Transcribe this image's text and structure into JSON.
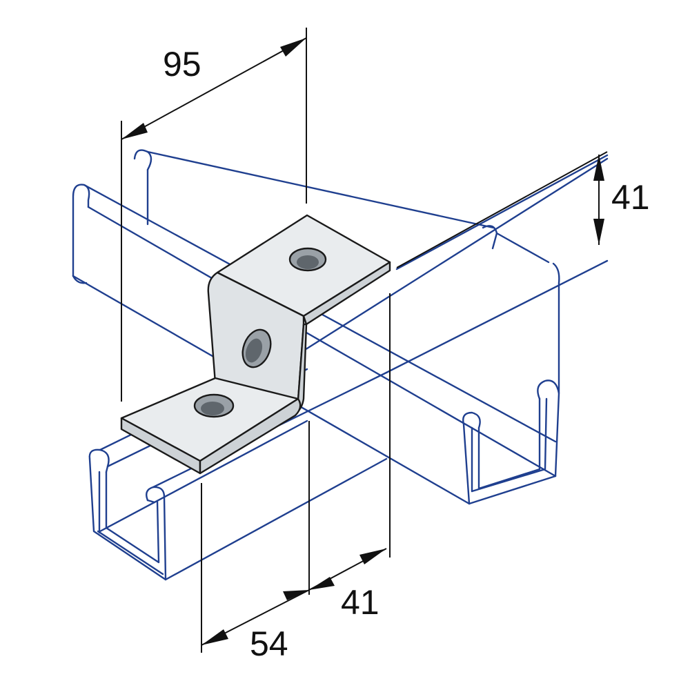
{
  "dimensions": {
    "overall_length": "95",
    "height": "41",
    "lower_flange": "54",
    "upper_flange": "41"
  },
  "colors": {
    "channel_outline": "#1f3f8f",
    "plate_face": "#e9ecee",
    "plate_edge": "#cdd2d6",
    "dimension_lines": "#111111"
  }
}
